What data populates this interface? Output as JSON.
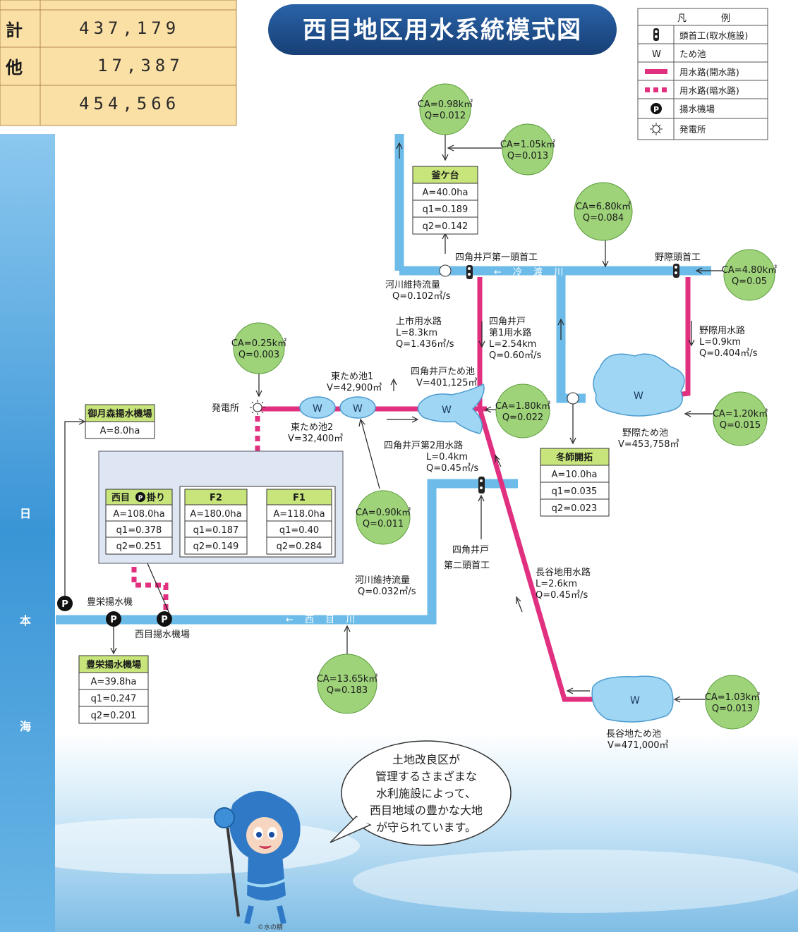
{
  "summary_table": {
    "rows": [
      {
        "label": "計",
        "value": "437,179"
      },
      {
        "label": "他",
        "value": "17,387"
      },
      {
        "label": "",
        "value": "454,566"
      }
    ]
  },
  "title": "西目地区用水系統模式図",
  "legend": {
    "header_left": "凡",
    "header_right": "例",
    "items": [
      {
        "icon": "headworks-icon",
        "label": "頭首工(取水施設)"
      },
      {
        "icon": "pond-w-icon",
        "symbol": "W",
        "label": "ため池"
      },
      {
        "icon": "open-channel-line",
        "label": "用水路(開水路)"
      },
      {
        "icon": "culvert-dashed-line",
        "label": "用水路(暗水路)"
      },
      {
        "icon": "pump-p-icon",
        "symbol": "P",
        "label": "揚水機場"
      },
      {
        "icon": "power-station-icon",
        "label": "発電所"
      }
    ]
  },
  "catchments": [
    {
      "id": "c1",
      "ca": "CA=0.98k㎡",
      "q": "Q=0.012"
    },
    {
      "id": "c2",
      "ca": "CA=1.05k㎡",
      "q": "Q=0.013"
    },
    {
      "id": "c3",
      "ca": "CA=6.80k㎡",
      "q": "Q=0.084"
    },
    {
      "id": "c4",
      "ca": "CA=4.80k㎡",
      "q": "Q=0.05"
    },
    {
      "id": "c5",
      "ca": "CA=0.25k㎡",
      "q": "Q=0.003"
    },
    {
      "id": "c6",
      "ca": "CA=1.80k㎡",
      "q": "Q=0.022"
    },
    {
      "id": "c7",
      "ca": "CA=1.20k㎡",
      "q": "Q=0.015"
    },
    {
      "id": "c8",
      "ca": "CA=0.90k㎡",
      "q": "Q=0.011"
    },
    {
      "id": "c9",
      "ca": "CA=13.65k㎡",
      "q": "Q=0.183"
    },
    {
      "id": "c10",
      "ca": "CA=1.03k㎡",
      "q": "Q=0.013"
    }
  ],
  "farm_tables": {
    "kamagadai": {
      "name": "釜ケ台",
      "rows": [
        "A=40.0ha",
        "q1=0.189",
        "q2=0.142"
      ]
    },
    "fuyushikaitaku": {
      "name": "冬師開拓",
      "rows": [
        "A=10.0ha",
        "q1=0.035",
        "q2=0.023"
      ]
    },
    "nishime": {
      "name": "西目",
      "pump_symbol": "P",
      "suffix": "掛り",
      "rows": [
        "A=108.0ha",
        "q1=0.378",
        "q2=0.251"
      ]
    },
    "f2": {
      "name": "F2",
      "rows": [
        "A=180.0ha",
        "q1=0.187",
        "q2=0.149"
      ]
    },
    "f1": {
      "name": "F1",
      "rows": [
        "A=118.0ha",
        "q1=0.40",
        "q2=0.284"
      ]
    },
    "hoei": {
      "name": "豊栄揚水機場",
      "rows": [
        "A=39.8ha",
        "q1=0.247",
        "q2=0.201"
      ]
    },
    "mitsukimori": {
      "name": "御月森揚水機場",
      "rows": [
        "A=8.0ha"
      ]
    }
  },
  "labels": {
    "yosumiido_1_headworks": "四角井戸第一頭首工",
    "nogiwa_headworks": "野際頭首工",
    "reiwatari_river": "← 冷 渡 川",
    "river_maint_1": "河川維持流量",
    "river_maint_1_q": "Q=0.102㎥/s",
    "kamiichi_canal": [
      "上市用水路",
      "L=8.3km",
      "Q=1.436㎥/s"
    ],
    "yosumiido_1_canal": [
      "四角井戸",
      "第1用水路",
      "L=2.54km",
      "Q=0.60㎥/s"
    ],
    "nogiwa_canal": [
      "野際用水路",
      "L=0.9km",
      "Q=0.404㎥/s"
    ],
    "higashi_pond_1": [
      "東ため池1",
      "V=42,900㎥"
    ],
    "higashi_pond_2": [
      "東ため池2",
      "V=32,400㎥"
    ],
    "yosumiido_pond": [
      "四角井戸ため池",
      "V=401,125㎥"
    ],
    "nogiwa_pond": [
      "野際ため池",
      "V=453,758㎥"
    ],
    "power_station": "発電所",
    "yosumiido_2_canal": [
      "四角井戸第2用水路",
      "L=0.4km",
      "Q=0.45㎥/s"
    ],
    "yosumiido_2_headworks": [
      "四角井戸",
      "第二頭首工"
    ],
    "hasedani_canal": [
      "長谷地用水路",
      "L=2.6km",
      "Q=0.45㎥/s"
    ],
    "river_maint_2": [
      "河川維持流量",
      "Q=0.032㎥/s"
    ],
    "nishime_river": "← 西 目 川",
    "hoei_pump": "豊栄揚水機",
    "nishime_pump": "西目揚水機場",
    "hasedani_pond": [
      "長谷地ため池",
      "V=471,000㎥"
    ],
    "pond_symbol": "W",
    "pump_symbol": "P",
    "sea_chars": [
      "日",
      "本",
      "海"
    ]
  },
  "speech_bubble": [
    "土地改良区が",
    "管理するさまざまな",
    "水利施設によって、",
    "西目地域の豊かな大地",
    "が守られています。"
  ],
  "mascot_credit": "©水の精",
  "colors": {
    "river": "#5fb3e4",
    "canal": "#e0307f",
    "circle": "#9ed37a",
    "table_head": "#c7e57a",
    "title_bg": "#1e4e8c",
    "summary_bg": "#fbe0a6",
    "sea": "#3a95d6"
  }
}
